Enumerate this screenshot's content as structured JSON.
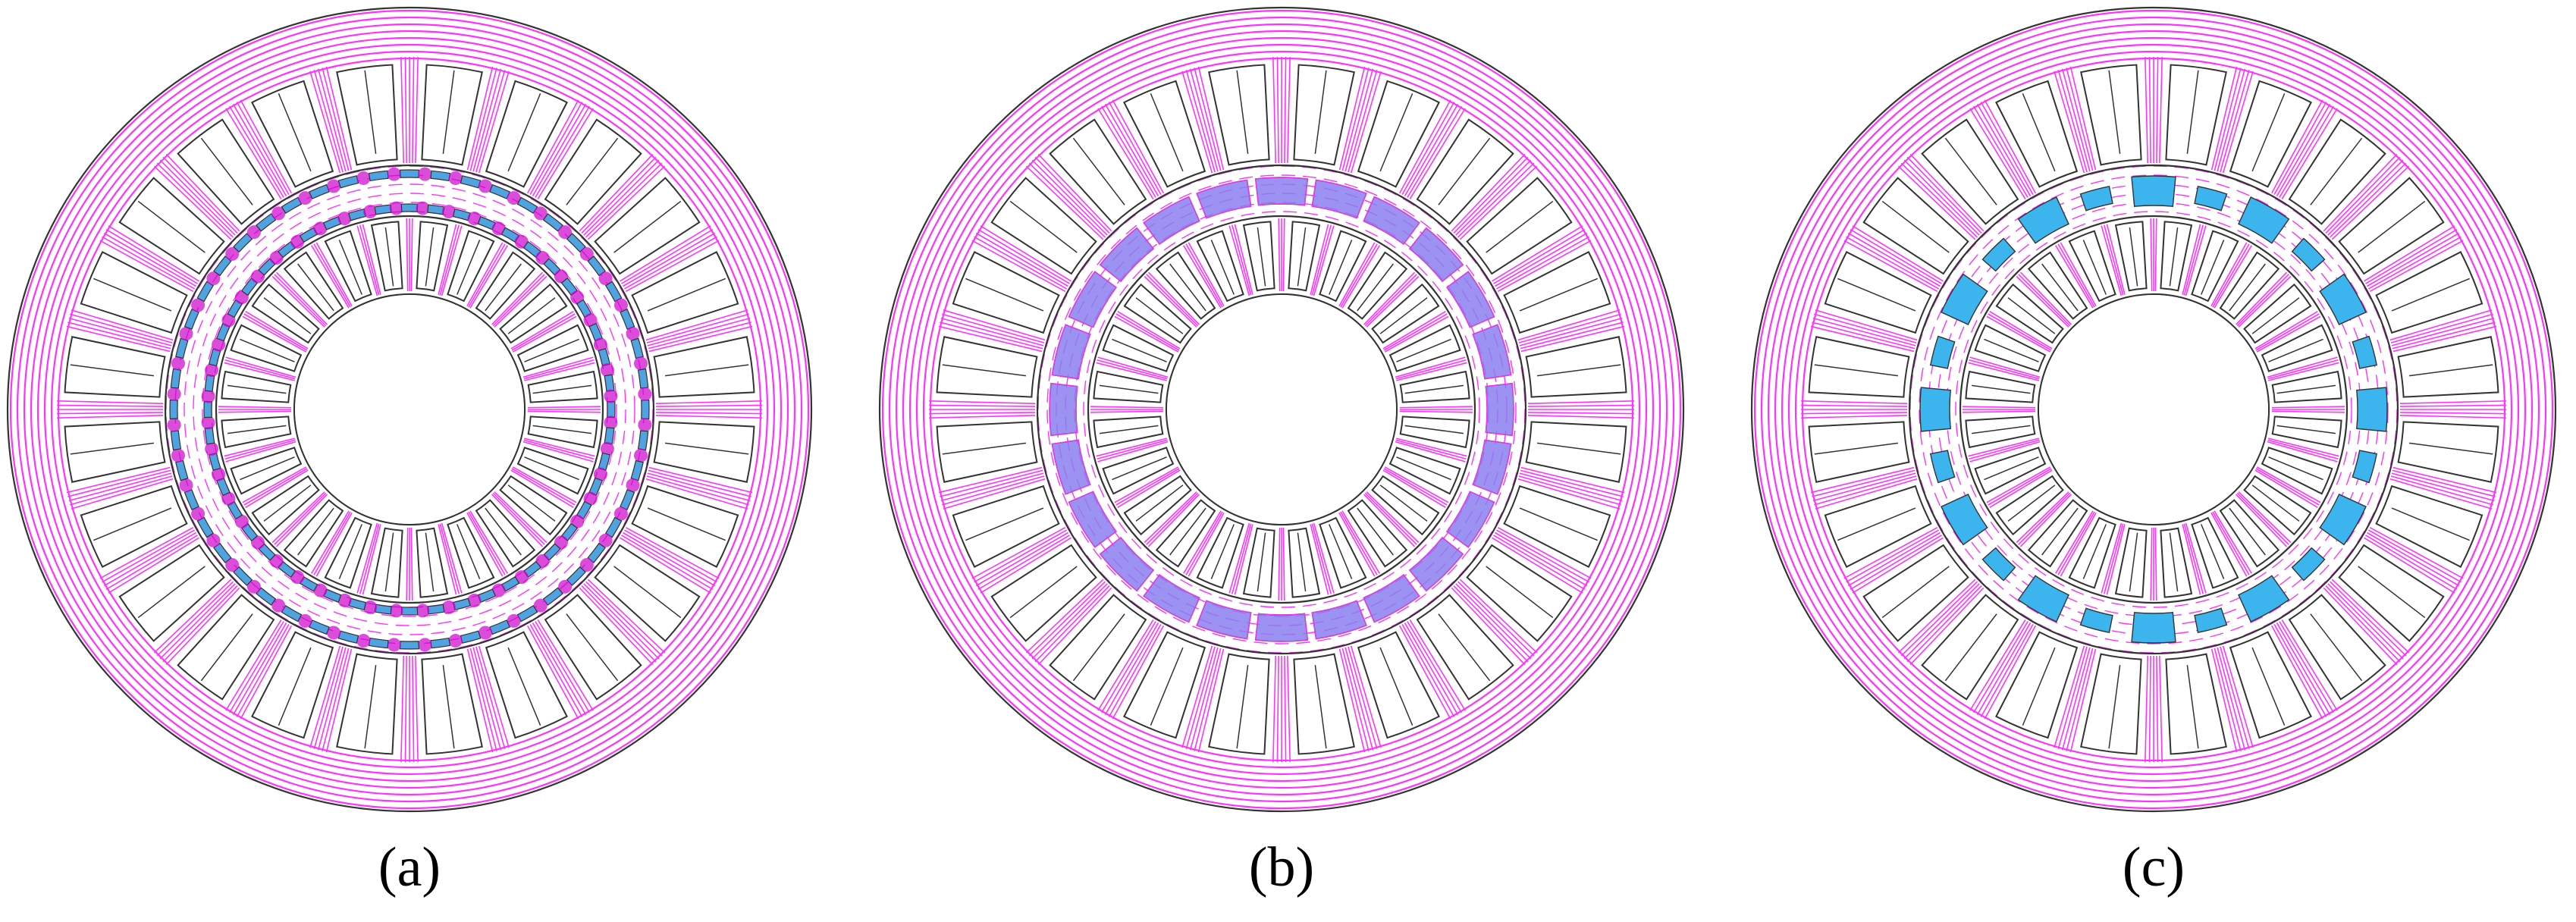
{
  "panels": [
    {
      "label": "(a)",
      "pm_layout": "thin-dual-ring",
      "magnet_color": "#4fa3e0"
    },
    {
      "label": "(b)",
      "pm_layout": "single-thick-ring",
      "magnet_color": "#8a7ff0"
    },
    {
      "label": "(c)",
      "pm_layout": "alternating-blocks",
      "magnet_color": "#3cb4ee"
    }
  ],
  "colors": {
    "flux_lines": "#ff33ff",
    "flux_dense": "#cc00cc",
    "outline": "#333333",
    "background": "#ffffff"
  },
  "stator": {
    "outer_slots": 24,
    "inner_slots": 24,
    "modulator_pieces": 24
  }
}
